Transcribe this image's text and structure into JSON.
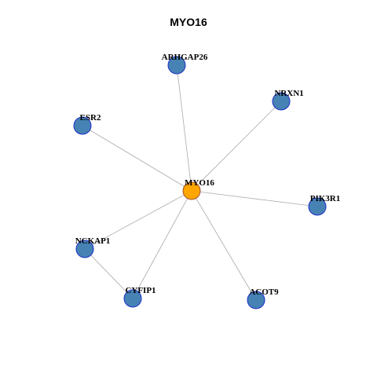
{
  "graph": {
    "title": "MYO16",
    "colors": {
      "hub_fill": "#FFA500",
      "hub_stroke": "#A0522D",
      "node_fill": "#4682B4",
      "node_stroke": "#1E2EC8",
      "edge": "#AAAAAA"
    },
    "nodes": [
      {
        "id": "MYO16",
        "label": "MYO16",
        "hub": true
      },
      {
        "id": "ARHGAP26",
        "label": "ARHGAP26"
      },
      {
        "id": "NRXN1",
        "label": "NRXN1"
      },
      {
        "id": "ESR2",
        "label": "ESR2"
      },
      {
        "id": "PIK3R1",
        "label": "PIK3R1"
      },
      {
        "id": "NCKAP1",
        "label": "NCKAP1"
      },
      {
        "id": "CYFIP1",
        "label": "CYFIP1"
      },
      {
        "id": "ACOT9",
        "label": "ACOT9"
      }
    ],
    "edges": [
      [
        "MYO16",
        "ARHGAP26"
      ],
      [
        "MYO16",
        "NRXN1"
      ],
      [
        "MYO16",
        "ESR2"
      ],
      [
        "MYO16",
        "PIK3R1"
      ],
      [
        "MYO16",
        "NCKAP1"
      ],
      [
        "MYO16",
        "CYFIP1"
      ],
      [
        "MYO16",
        "ACOT9"
      ],
      [
        "NCKAP1",
        "CYFIP1"
      ]
    ]
  }
}
